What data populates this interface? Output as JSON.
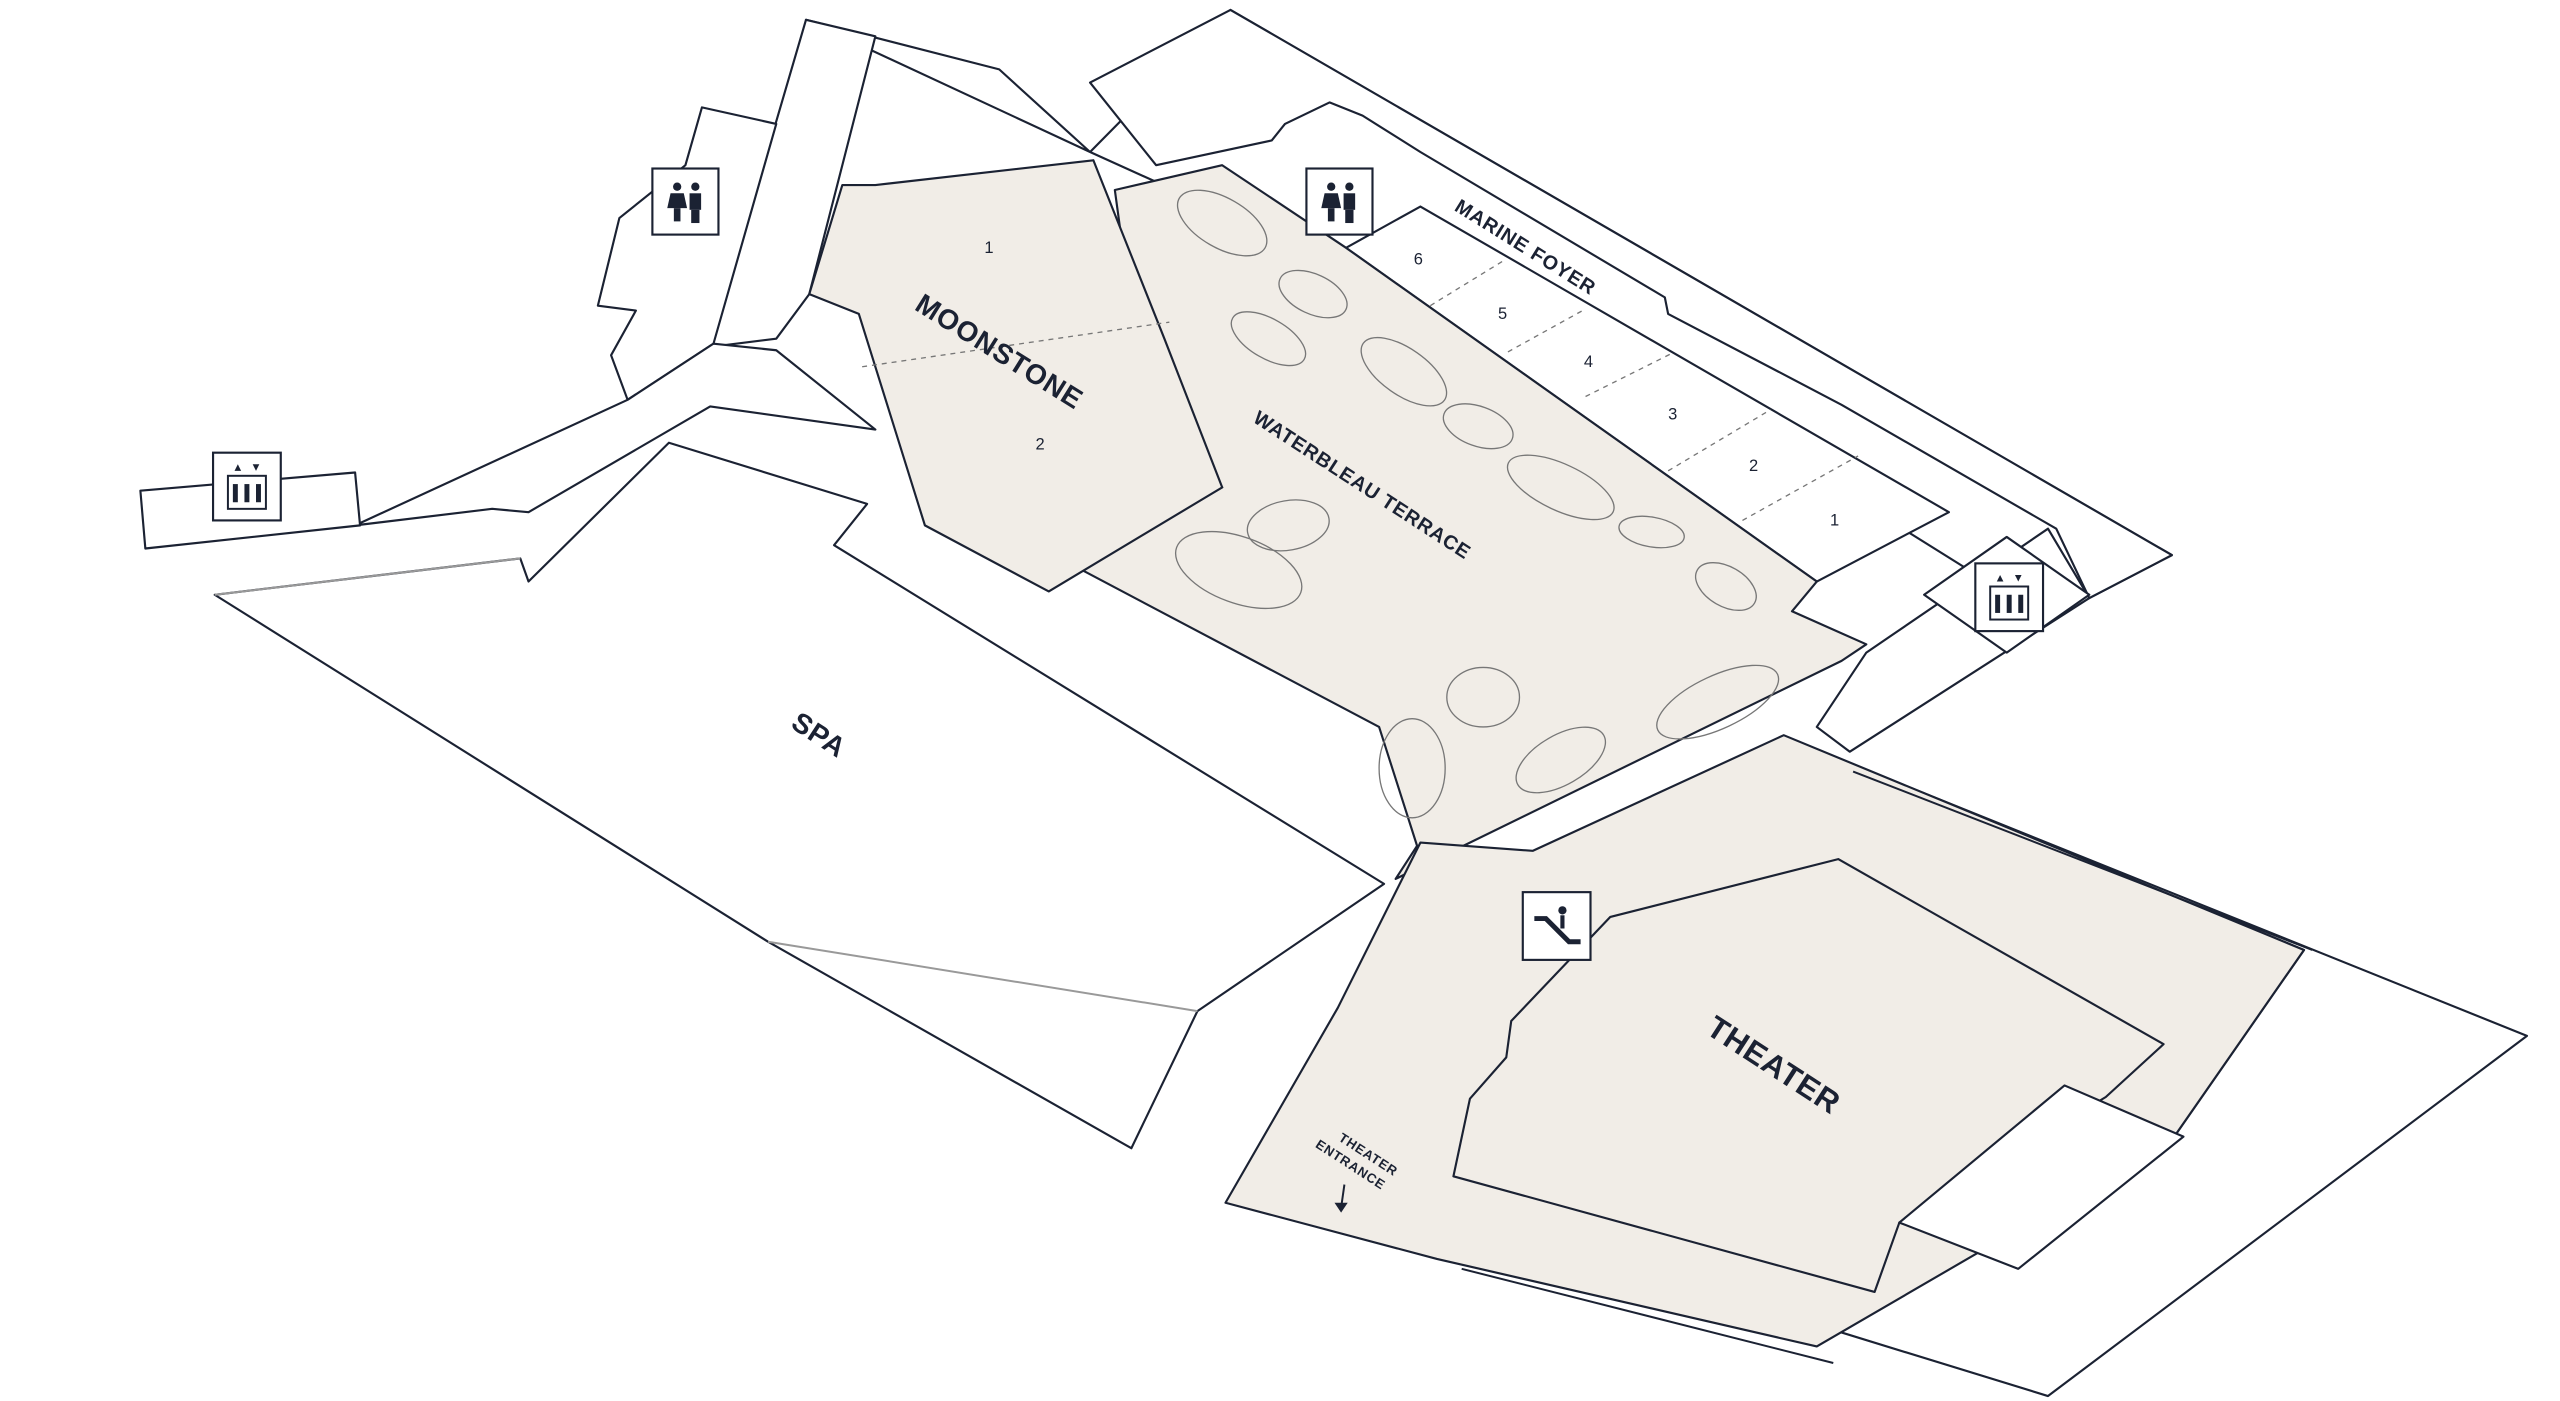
{
  "map": {
    "rooms": {
      "moonstone": {
        "label": "MOONSTONE",
        "sections": [
          "1",
          "2"
        ]
      },
      "waterbleau": {
        "label": "WATERBLEAU TERRACE"
      },
      "marine_foyer": {
        "label": "MARINE FOYER",
        "sections": [
          "6",
          "5",
          "4",
          "3",
          "2",
          "1"
        ]
      },
      "spa": {
        "label": "SPA"
      },
      "theater": {
        "label": "THEATER"
      },
      "theater_entrance": {
        "line1": "THEATER",
        "line2": "ENTRANCE"
      }
    },
    "icons": [
      "restroom-icon",
      "restroom-icon",
      "elevator-icon",
      "elevator-icon",
      "escalator-icon"
    ],
    "colors": {
      "venue_fill": "#f1ede7",
      "outline": "#1b2233"
    }
  }
}
